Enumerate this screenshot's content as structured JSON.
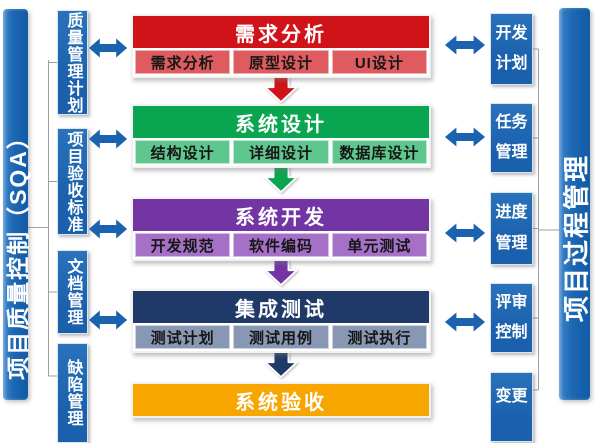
{
  "title_bars": {
    "left": "项目质量控制（SQA）",
    "right": "项目过程管理"
  },
  "left_column": [
    {
      "label": "质量管理计划"
    },
    {
      "label": "项目验收标准"
    },
    {
      "label": "文档管理"
    },
    {
      "label": "缺陷管理"
    }
  ],
  "right_column": [
    {
      "label": "开发\n计划"
    },
    {
      "label": "任务\n管理"
    },
    {
      "label": "进度\n管理"
    },
    {
      "label": "评审\n控制"
    },
    {
      "label": "变更"
    }
  ],
  "stages": [
    {
      "title": "需求分析",
      "header_color": "#d01319",
      "item_bg": "#de5c60",
      "item_border": "#efb3b5",
      "items": [
        "需求分析",
        "原型设计",
        "UI设计"
      ]
    },
    {
      "title": "系统设计",
      "header_color": "#09a551",
      "item_bg": "#5ec78e",
      "item_border": "#bfe9d3",
      "items": [
        "结构设计",
        "详细设计",
        "数据库设计"
      ]
    },
    {
      "title": "系统开发",
      "header_color": "#7334a4",
      "item_bg": "#a471c6",
      "item_border": "#d6bde7",
      "items": [
        "开发规范",
        "软件编码",
        "单元测试"
      ]
    },
    {
      "title": "集成测试",
      "header_color": "#1f3a68",
      "item_bg": "#8897b3",
      "item_border": "#ccd3df",
      "items": [
        "测试计划",
        "测试用例",
        "测试执行"
      ]
    },
    {
      "title": "系统验收",
      "header_color": "#f7a600",
      "item_bg": "",
      "item_border": "",
      "items": []
    }
  ],
  "colors": {
    "blue": "#1b63b0",
    "wire": "#9f9f9f",
    "background": "#ffffff"
  }
}
